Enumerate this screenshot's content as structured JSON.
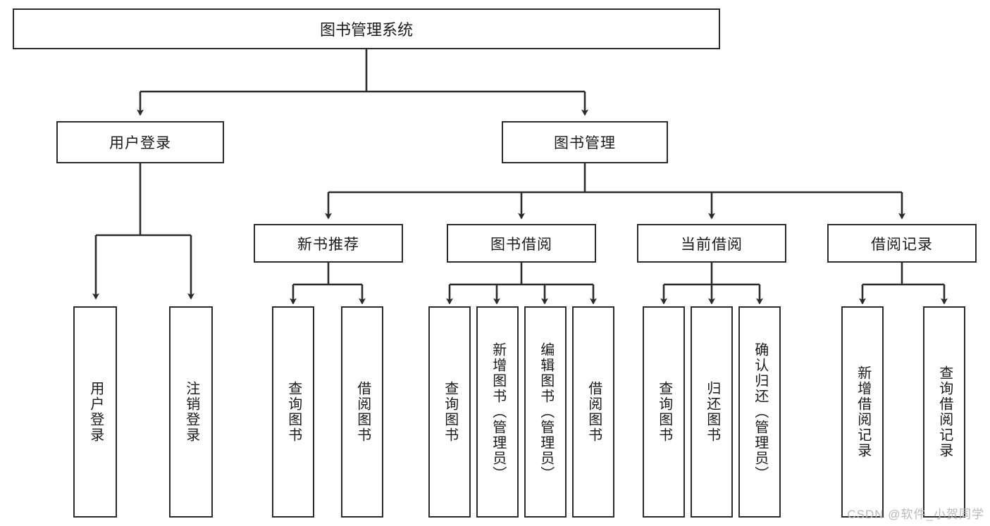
{
  "diagram": {
    "type": "tree",
    "title": "图书管理系统",
    "stroke_color": "#2b2b2b",
    "background": "#ffffff",
    "text_color": "#1a1a1a",
    "nodes": {
      "root": {
        "label": "图书管理系统"
      },
      "level2": [
        {
          "id": "user-login",
          "label": "用户登录"
        },
        {
          "id": "book-manage",
          "label": "图书管理"
        }
      ],
      "level3": [
        {
          "id": "new-book-rec",
          "label": "新书推荐"
        },
        {
          "id": "book-borrow",
          "label": "图书借阅"
        },
        {
          "id": "current-borrow",
          "label": "当前借阅"
        },
        {
          "id": "borrow-record",
          "label": "借阅记录"
        }
      ],
      "leaves_user_login": [
        {
          "id": "leaf-user-login",
          "label": "用户登录"
        },
        {
          "id": "leaf-logout",
          "label": "注销登录"
        }
      ],
      "leaves_new_book_rec": [
        {
          "id": "leaf-query-book-1",
          "label": "查询图书"
        },
        {
          "id": "leaf-borrow-book-1",
          "label": "借阅图书"
        }
      ],
      "leaves_book_borrow": [
        {
          "id": "leaf-query-book-2",
          "label": "查询图书"
        },
        {
          "id": "leaf-add-book",
          "label": "新增图书（管理员）"
        },
        {
          "id": "leaf-edit-book",
          "label": "编辑图书（管理员）"
        },
        {
          "id": "leaf-borrow-book-2",
          "label": "借阅图书"
        }
      ],
      "leaves_current_borrow": [
        {
          "id": "leaf-query-book-3",
          "label": "查询图书"
        },
        {
          "id": "leaf-return-book",
          "label": "归还图书"
        },
        {
          "id": "leaf-confirm-return",
          "label": "确认归还（管理员）"
        }
      ],
      "leaves_borrow_record": [
        {
          "id": "leaf-add-record",
          "label": "新增借阅记录"
        },
        {
          "id": "leaf-query-record",
          "label": "查询借阅记录"
        }
      ]
    },
    "watermark": "CSDN @软件_小贺同学"
  }
}
